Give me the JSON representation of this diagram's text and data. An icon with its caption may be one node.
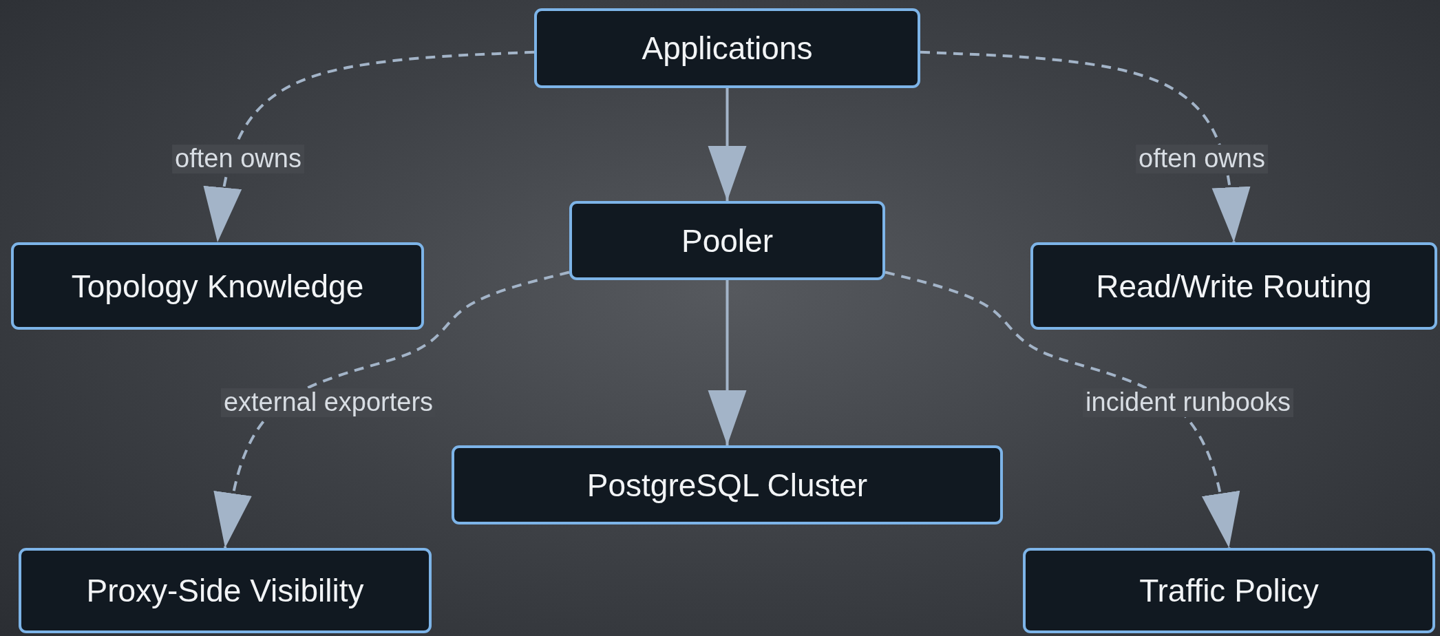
{
  "diagram": {
    "nodes": [
      {
        "text": [
          "Applications"
        ]
      },
      {
        "text": [
          "Pooler"
        ]
      },
      {
        "text": [
          "Topology Knowledge"
        ]
      },
      {
        "text": [
          "Read/Write Routing"
        ]
      },
      {
        "text": [
          "PostgreSQL Cluster"
        ]
      },
      {
        "text": [
          "Proxy-Side Visibility"
        ]
      },
      {
        "text": [
          "Traffic Policy"
        ]
      }
    ],
    "edges": [
      {
        "from": 0,
        "to": 1,
        "arrow": "to"
      },
      {
        "from": 1,
        "to": 4,
        "arrow": "to"
      },
      {
        "from": 0,
        "to": 2,
        "arrow": "to",
        "label": "often owns",
        "style": "dashed"
      },
      {
        "from": 0,
        "to": 3,
        "arrow": "to",
        "label": "often owns",
        "style": "dashed"
      },
      {
        "from": 1,
        "to": 5,
        "arrow": "to",
        "label": "external exporters",
        "style": "dashed"
      },
      {
        "from": 1,
        "to": 6,
        "arrow": "to",
        "label": "incident runbooks",
        "style": "dashed"
      }
    ]
  }
}
